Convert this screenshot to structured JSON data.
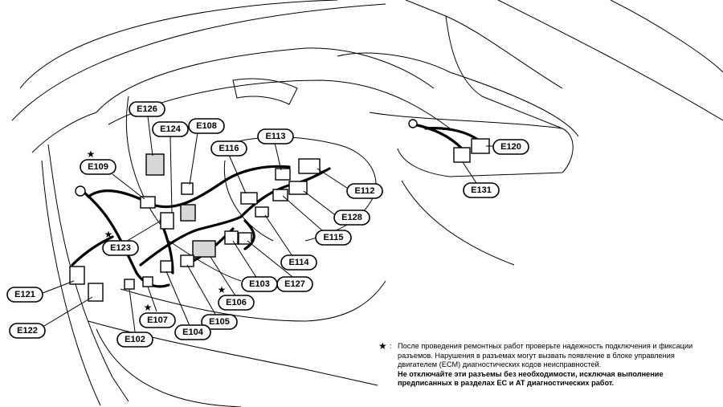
{
  "labels": {
    "e126": "E126",
    "e124": "E124",
    "e108": "E108",
    "e109": "E109",
    "e116": "E116",
    "e113": "E113",
    "e112": "E112",
    "e128": "E128",
    "e115": "E115",
    "e114": "E114",
    "e127": "E127",
    "e103": "E103",
    "e106": "E106",
    "e105": "E105",
    "e104": "E104",
    "e107": "E107",
    "e102": "E102",
    "e123": "E123",
    "e121": "E121",
    "e122": "E122",
    "e120": "E120",
    "e131": "E131"
  },
  "note": {
    "symbol": "★",
    "colon": ":",
    "text": "После проведения ремонтных работ проверьте надежность подключения и фиксации разъемов. Нарушения в разъемах могут вызвать появление в блоке управления двигателем (ECM) диагностических кодов неисправностей.",
    "warning": "Не отключайте эти разъемы без необходимости, исключая выполнение предписанных в разделах EC и AT диагностических работ."
  },
  "star_symbol": "★"
}
